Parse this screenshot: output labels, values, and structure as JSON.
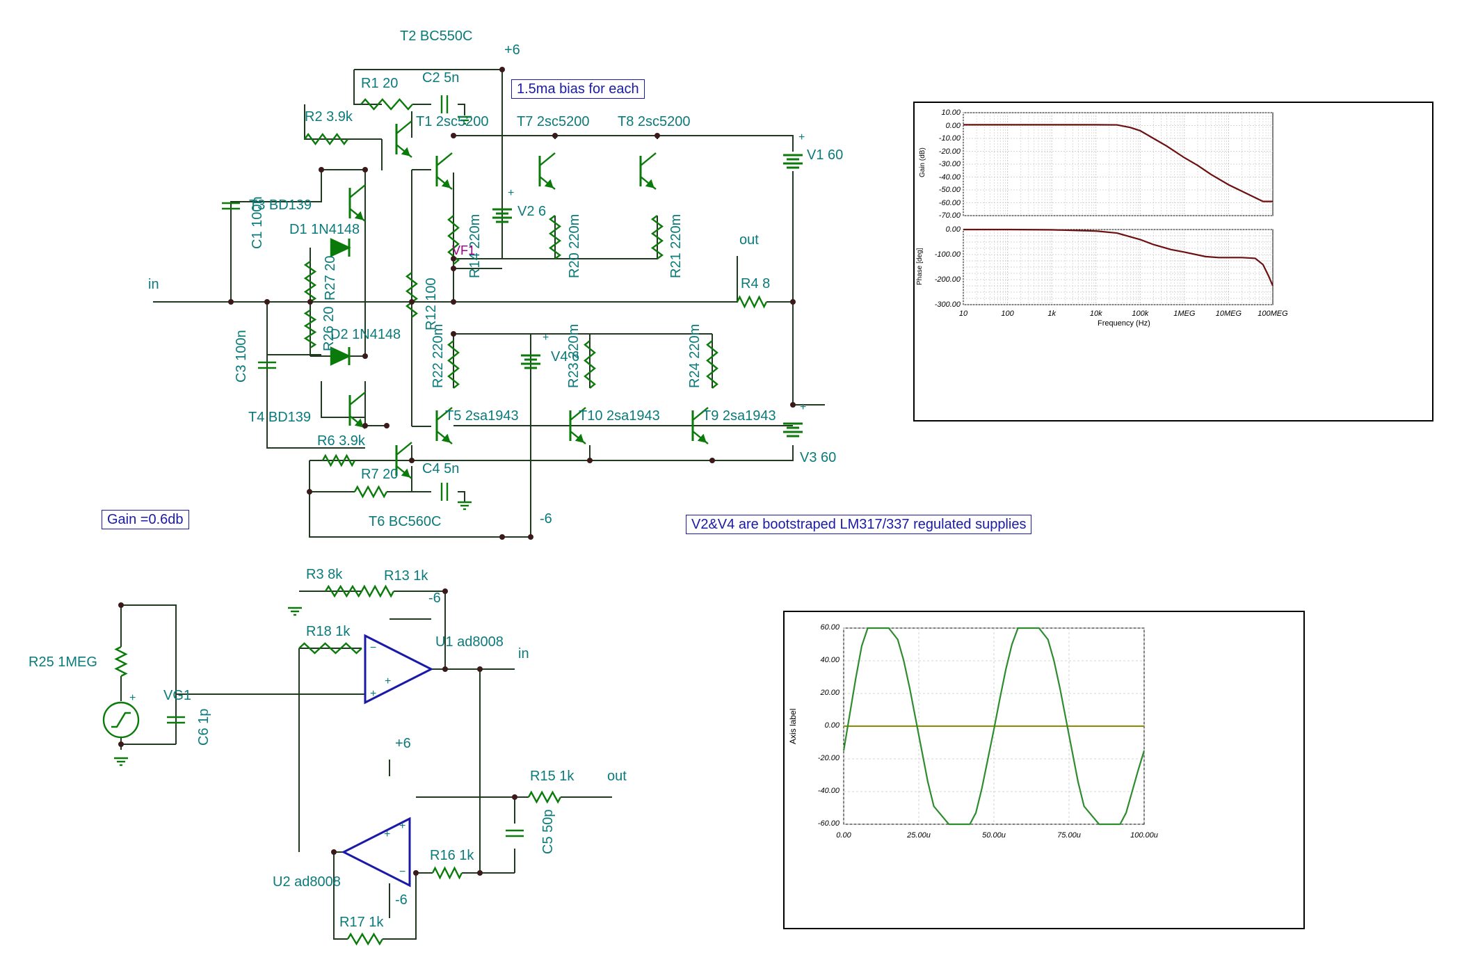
{
  "labels": {
    "t2": "T2 BC550C",
    "plus6_top": "+6",
    "r1": "R1 20",
    "c2": "C2 5n",
    "r2": "R2 3.9k",
    "t1": "T1 2sc5200",
    "t7": "T7 2sc5200",
    "t8": "T8 2sc5200",
    "v1": "V1 60",
    "t3": "T3 BD139",
    "d1": "D1 1N4148",
    "c1": "C1 100n",
    "v2": "V2 6",
    "r14": "R14 220m",
    "r20": "R20 220m",
    "r21": "R21 220m",
    "out_top": "out",
    "vf1": "VF1",
    "r27": "R27 20",
    "in_top": "in",
    "r4": "R4 8",
    "r12": "R12 100",
    "r26": "R26 20",
    "d2": "D2 1N4148",
    "c3": "C3 100n",
    "r22": "R22 220m",
    "r23": "R23 220m",
    "v4": "V4 6",
    "r24": "R24 220m",
    "t4": "T4 BD139",
    "t5": "T5 2sa1943",
    "t10": "T10 2sa1943",
    "t9": "T9 2sa1943",
    "r6": "R6 3.9k",
    "v3": "V3 60",
    "c4": "C4 5n",
    "r7": "R7 20",
    "t6": "T6 BC560C",
    "minus6_mid": "-6",
    "r3": "R3 8k",
    "r13": "R13 1k",
    "minus6_u1": "-6",
    "r18": "R18 1k",
    "u1": "U1 ad8008",
    "in_bottom": "in",
    "r25": "R25 1MEG",
    "vg1": "VG1",
    "c6": "C6 1p",
    "plus6_bottom": "+6",
    "r15": "R15 1k",
    "out_bottom": "out",
    "c5": "C5 50p",
    "r16": "R16 1k",
    "u2": "U2 ad8008",
    "minus6_u2": "-6",
    "r17": "R17 1k"
  },
  "notes": {
    "bias": "1.5ma bias for each",
    "gain": "Gain =0.6db",
    "supplies": "V2&V4 are bootstraped LM317/337 regulated supplies"
  },
  "colors": {
    "wire": "#1f3b1f",
    "component": "#0a7a0a",
    "label": "#0b7a7a",
    "note": "#1a1aa8",
    "gain_curve": "#6b0f0f",
    "wave_curve": "#2e8b2e",
    "zero_line": "#8b8b00"
  },
  "chart_data": [
    {
      "type": "line",
      "title": "",
      "xlabel": "Frequency (Hz)",
      "ylabel": "Gain (dB)",
      "xscale": "log",
      "xlim": [
        10,
        100000000
      ],
      "ylim": [
        -70,
        10
      ],
      "x_ticks": [
        "10",
        "100",
        "1k",
        "10k",
        "100k",
        "1MEG",
        "10MEG",
        "100MEG"
      ],
      "y_ticks": [
        "10.00",
        "0.00",
        "-10.00",
        "-20.00",
        "-30.00",
        "-40.00",
        "-50.00",
        "-60.00",
        "-70.00"
      ],
      "grid": true,
      "series": [
        {
          "x": [
            10,
            100,
            1000,
            10000,
            30000,
            60000,
            100000,
            200000,
            400000,
            1000000,
            2000000,
            4000000,
            10000000,
            30000000,
            60000000,
            100000000
          ],
          "values": [
            0.6,
            0.6,
            0.6,
            0.6,
            0.5,
            -1.5,
            -4,
            -10,
            -16,
            -25,
            -31,
            -38,
            -46,
            -54,
            -59,
            -59
          ]
        }
      ]
    },
    {
      "type": "line",
      "title": "",
      "xlabel": "",
      "ylabel": "Phase [deg]",
      "xscale": "log",
      "xlim": [
        10,
        100000000
      ],
      "ylim": [
        -300,
        0
      ],
      "y_ticks": [
        "0.00",
        "-100.00",
        "-200.00",
        "-300.00"
      ],
      "grid": true,
      "series": [
        {
          "x": [
            10,
            100,
            1000,
            10000,
            30000,
            100000,
            200000,
            500000,
            1000000,
            3000000,
            6000000,
            10000000,
            20000000,
            40000000,
            60000000,
            80000000,
            100000000
          ],
          "values": [
            0,
            0,
            -1,
            -6,
            -14,
            -40,
            -60,
            -80,
            -90,
            -108,
            -112,
            -112,
            -112,
            -115,
            -140,
            -185,
            -225
          ]
        }
      ]
    },
    {
      "type": "line",
      "title": "",
      "xlabel": "",
      "ylabel": "Axis label",
      "xlim": [
        0,
        100
      ],
      "x_unit": "u",
      "ylim": [
        -60,
        60
      ],
      "x_ticks": [
        "0.00",
        "25.00u",
        "50.00u",
        "75.00u",
        "100.00u"
      ],
      "y_ticks": [
        "60.00",
        "40.00",
        "20.00",
        "0.00",
        "-20.00",
        "-40.00",
        "-60.00"
      ],
      "grid": true,
      "series": [
        {
          "x": [
            0,
            2,
            4,
            6,
            8,
            10,
            15,
            18,
            20,
            22,
            24,
            26,
            28,
            30,
            35,
            40,
            42,
            44,
            46,
            48,
            50,
            52,
            54,
            56,
            58,
            60,
            65,
            68,
            70,
            72,
            74,
            76,
            78,
            80,
            85,
            90,
            92,
            94,
            96,
            98,
            100
          ],
          "values": [
            -15,
            7,
            29,
            49,
            60,
            60,
            60,
            53,
            40,
            23,
            4,
            -15,
            -34,
            -49,
            -60,
            -60,
            -60,
            -53,
            -38,
            -20,
            -2,
            17,
            35,
            50,
            60,
            60,
            60,
            53,
            40,
            23,
            4,
            -15,
            -34,
            -49,
            -60,
            -60,
            -60,
            -53,
            -40,
            -27,
            -15
          ]
        },
        {
          "x": [
            0,
            100
          ],
          "values": [
            0,
            0
          ]
        }
      ]
    }
  ]
}
